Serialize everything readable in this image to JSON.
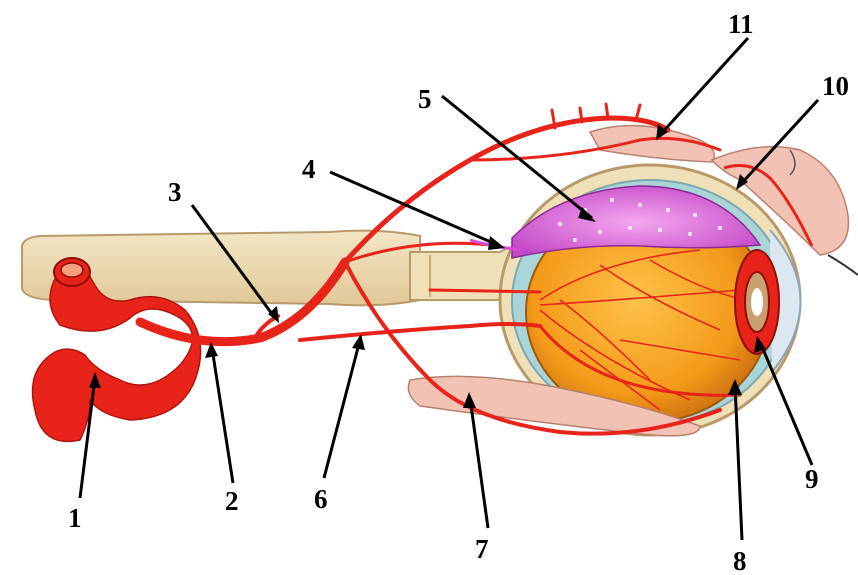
{
  "labels": {
    "l1": "1",
    "l2": "2",
    "l3": "3",
    "l4": "4",
    "l5": "5",
    "l6": "6",
    "l7": "7",
    "l8": "8",
    "l9": "9",
    "l10": "10",
    "l11": "11"
  },
  "colors": {
    "artery": "#e8231a",
    "artery_dark": "#b0140e",
    "nerve": "#eedcb0",
    "nerve_edge": "#b89a6a",
    "eyeball": "#f39a1a",
    "choroid": "#a9d4d8",
    "ciliary_body": "#e070e0",
    "muscle": "#f2c3b4",
    "cornea": "#dce8f0",
    "pointer": "#000000"
  }
}
